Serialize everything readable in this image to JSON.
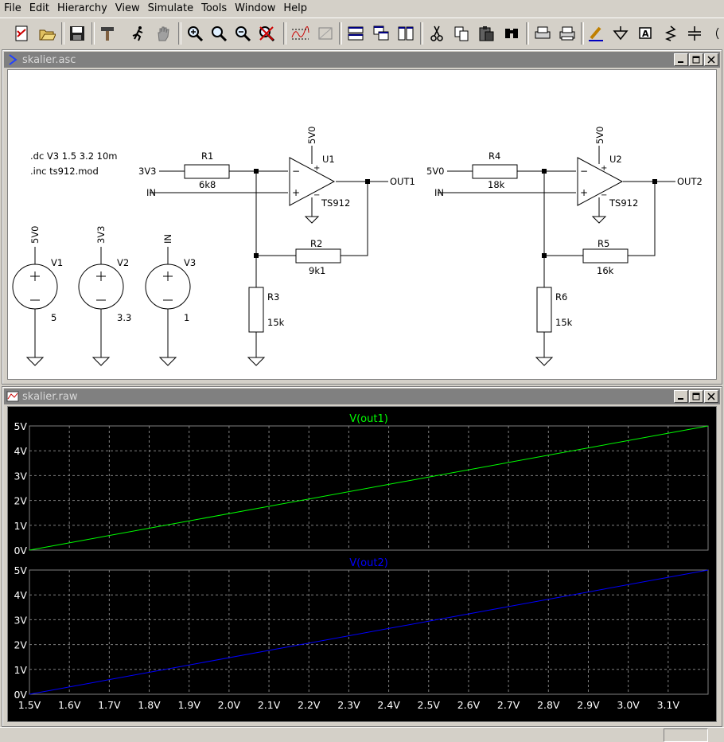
{
  "menu": [
    "File",
    "Edit",
    "Hierarchy",
    "View",
    "Simulate",
    "Tools",
    "Window",
    "Help"
  ],
  "toolbar_icons": [
    "new-schematic-icon",
    "open-folder-icon",
    "save-icon",
    "control-panel-hammer-icon",
    "run-simulation-icon",
    "halt-hand-icon",
    "zoom-in-icon",
    "zoom-pan-icon",
    "zoom-out-icon",
    "zoom-cancel-icon",
    "autorange-waveform-icon",
    "fft-icon",
    "tile-horizontal-icon",
    "cascade-icon",
    "tile-vertical-icon",
    "cut-scissors-icon",
    "copy-icon",
    "paste-icon",
    "find-binoculars-icon",
    "print-preview-icon",
    "print-icon",
    "draw-wire-icon",
    "ground-icon",
    "label-net-icon",
    "resistor-icon",
    "capacitor-icon"
  ],
  "schematic": {
    "title": "skalier.asc",
    "directives": [
      ".dc V3 1.5 3.2 10m",
      ".inc ts912.mod"
    ],
    "stage1": {
      "R1": {
        "name": "R1",
        "value": "6k8"
      },
      "R2": {
        "name": "R2",
        "value": "9k1"
      },
      "R3": {
        "name": "R3",
        "value": "15k"
      },
      "opamp": {
        "name": "U1",
        "model": "TS912",
        "supply": "5V0"
      },
      "in_top": "3V3",
      "in_bottom": "IN",
      "out": "OUT1"
    },
    "stage2": {
      "R1": {
        "name": "R4",
        "value": "18k"
      },
      "R2": {
        "name": "R5",
        "value": "16k"
      },
      "R3": {
        "name": "R6",
        "value": "15k"
      },
      "opamp": {
        "name": "U2",
        "model": "TS912",
        "supply": "5V0"
      },
      "in_top": "5V0",
      "in_bottom": "IN",
      "out": "OUT2"
    },
    "sources": [
      {
        "name": "V1",
        "net": "5V0",
        "value": "5"
      },
      {
        "name": "V2",
        "net": "3V3",
        "value": "3.3"
      },
      {
        "name": "V3",
        "net": "IN",
        "value": "1"
      }
    ]
  },
  "plot": {
    "title": "skalier.raw",
    "colors": {
      "out1": "#00ff00",
      "out2": "#0000ff",
      "grid": "#808080",
      "axis_text": "#ffffff"
    }
  },
  "chart_data": [
    {
      "type": "line",
      "title": "V(out1)",
      "x_range": [
        1.5,
        3.2
      ],
      "y_range": [
        0,
        5
      ],
      "x_ticks": [
        "1.5V",
        "1.6V",
        "1.7V",
        "1.8V",
        "1.9V",
        "2.0V",
        "2.1V",
        "2.2V",
        "2.3V",
        "2.4V",
        "2.5V",
        "2.6V",
        "2.7V",
        "2.8V",
        "2.9V",
        "3.0V",
        "3.1V"
      ],
      "y_ticks": [
        "0V",
        "1V",
        "2V",
        "3V",
        "4V",
        "5V"
      ],
      "grid": true,
      "series": [
        {
          "name": "V(out1)",
          "x": [
            1.5,
            3.2
          ],
          "y": [
            0,
            5
          ]
        }
      ]
    },
    {
      "type": "line",
      "title": "V(out2)",
      "x_range": [
        1.5,
        3.2
      ],
      "y_range": [
        0,
        5
      ],
      "x_ticks": [
        "1.5V",
        "1.6V",
        "1.7V",
        "1.8V",
        "1.9V",
        "2.0V",
        "2.1V",
        "2.2V",
        "2.3V",
        "2.4V",
        "2.5V",
        "2.6V",
        "2.7V",
        "2.8V",
        "2.9V",
        "3.0V",
        "3.1V"
      ],
      "y_ticks": [
        "0V",
        "1V",
        "2V",
        "3V",
        "4V",
        "5V"
      ],
      "grid": true,
      "series": [
        {
          "name": "V(out2)",
          "x": [
            1.5,
            3.2
          ],
          "y": [
            0,
            5
          ]
        }
      ]
    }
  ]
}
